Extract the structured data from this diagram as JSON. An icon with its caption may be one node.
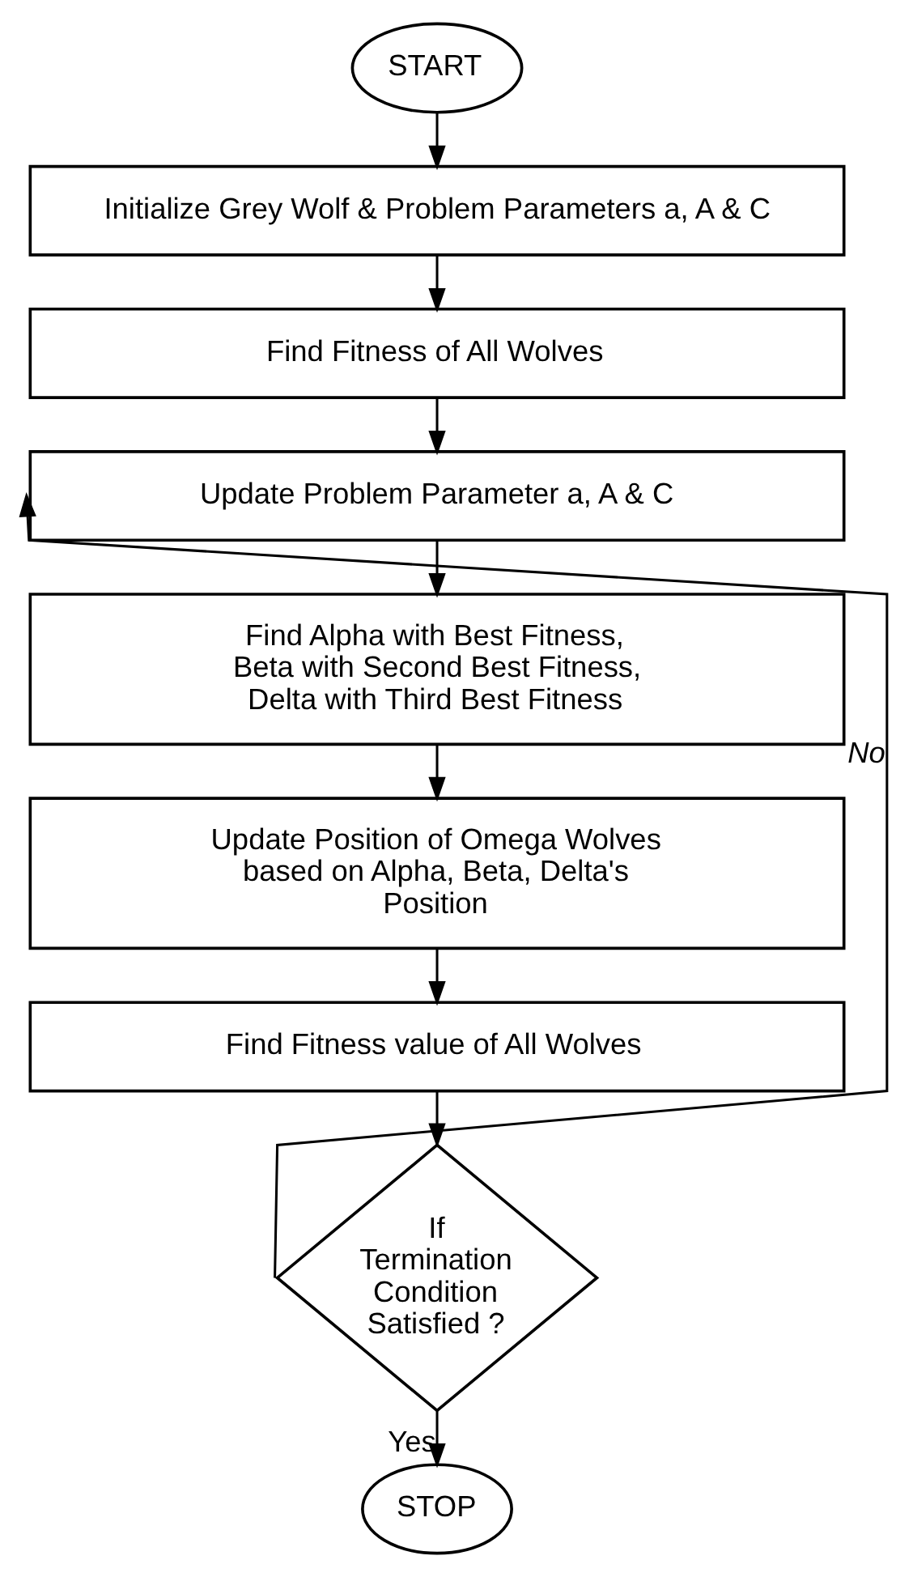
{
  "diagram": {
    "nodes": [
      {
        "text": [
          "START"
        ]
      },
      {
        "text": [
          "Initialize Grey Wolf & Problem Parameters a, A & C"
        ]
      },
      {
        "text": [
          "Find Fitness of All Wolves"
        ]
      },
      {
        "text": [
          "Update Problem Parameter a, A & C"
        ]
      },
      {
        "text": [
          "Find Alpha with Best Fitness, Beta with Second Best Fitness, Delta with Third Best Fitness"
        ]
      },
      {
        "text": [
          "Update Position of Omega Wolves based on Alpha, Beta, Delta's Position"
        ]
      },
      {
        "text": [
          "Find Fitness value of All Wolves"
        ]
      },
      {
        "text": [
          "If Termination Condition Satisfied ?"
        ]
      },
      {
        "text": [
          "STOP"
        ]
      }
    ],
    "edges": [
      {
        "from": 0,
        "to": 1,
        "arrow": "to"
      },
      {
        "from": 1,
        "to": 2,
        "arrow": "to"
      },
      {
        "from": 2,
        "to": 3,
        "arrow": "to"
      },
      {
        "from": 3,
        "to": 4,
        "arrow": "to"
      },
      {
        "from": 4,
        "to": 5,
        "arrow": "to"
      },
      {
        "from": 5,
        "to": 6,
        "arrow": "to"
      },
      {
        "from": 6,
        "to": 7,
        "arrow": "to"
      },
      {
        "from": 7,
        "to": 3,
        "arrow": "to",
        "label": "No"
      },
      {
        "from": 7,
        "to": 8,
        "arrow": "to",
        "label": "Yes"
      }
    ]
  }
}
